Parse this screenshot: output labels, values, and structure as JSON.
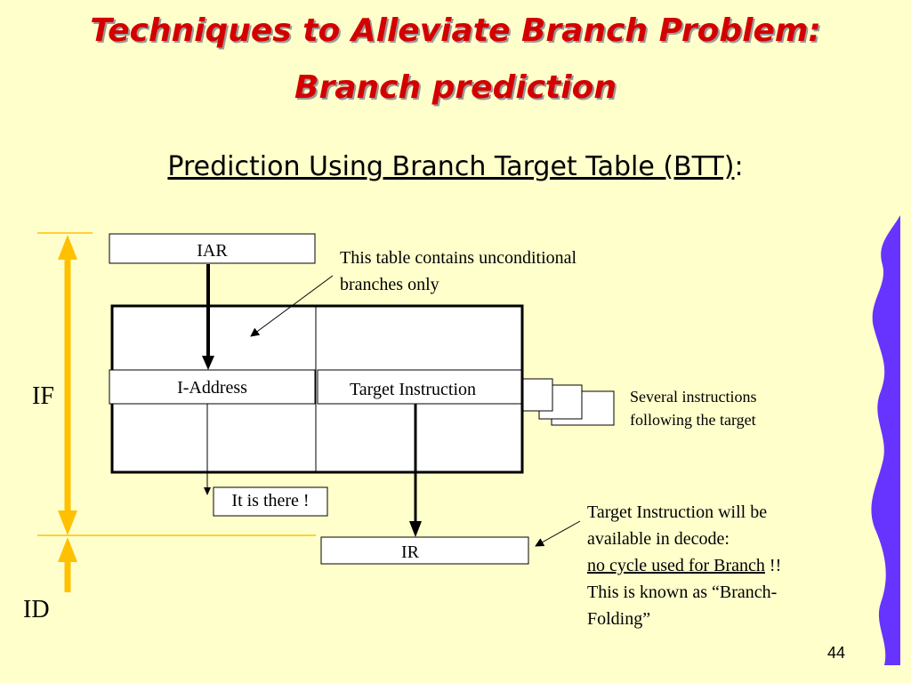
{
  "slide": {
    "title_line1": "Techniques to Alleviate Branch Problem:",
    "title_line2": "Branch prediction",
    "subtitle_main": "Prediction Using Branch Target Table (BTT)",
    "subtitle_suffix": ":",
    "page_number": "44"
  },
  "diagram": {
    "iar_label": "IAR",
    "table_note_line1": "This table contains unconditional",
    "table_note_line2": "branches only",
    "i_address_label": "I-Address",
    "target_instruction_label": "Target Instruction",
    "following_note_line1": "Several instructions",
    "following_note_line2": "following the target",
    "it_is_there_label": "It is there !",
    "ir_label": "IR",
    "decode_note_line1": "Target Instruction will be",
    "decode_note_line2": "available in decode:",
    "decode_note_underlined": "no cycle used for Branch",
    "decode_note_bangs": " !!",
    "decode_note_line4": "This is known as “Branch-",
    "decode_note_line5": "Folding”",
    "stage_if": "IF",
    "stage_id": "ID"
  },
  "colors": {
    "title": "#D40000",
    "background": "#FFFFCC",
    "stage_arrow": "#FFC000",
    "decoration": "#6633FF"
  }
}
